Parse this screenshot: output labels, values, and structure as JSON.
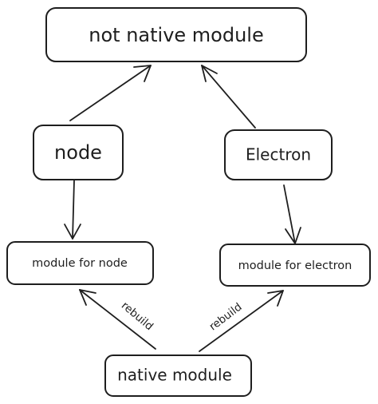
{
  "nodes": {
    "not_native_module": "not native module",
    "node": "node",
    "electron": "Electron",
    "module_for_node": "module for node",
    "module_for_electron": "module for electron",
    "native_module": "native module"
  },
  "edge_labels": {
    "rebuild_left": "rebuild",
    "rebuild_right": "rebuild"
  },
  "colors": {
    "stroke": "#1e1e1e",
    "background": "#ffffff"
  }
}
